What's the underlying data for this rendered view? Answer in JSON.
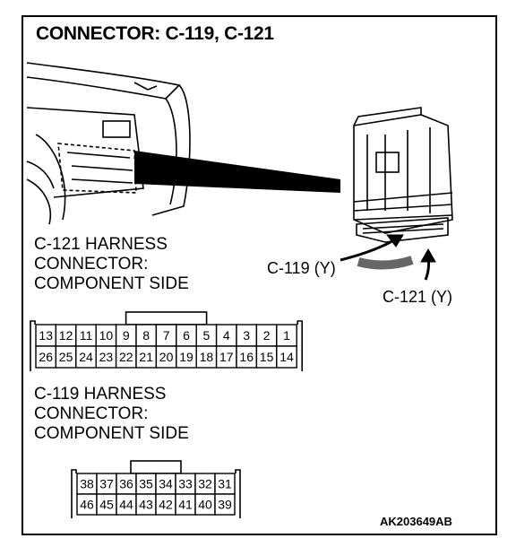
{
  "title": "CONNECTOR: C-119, C-121",
  "c121_connector": {
    "heading_lines": [
      "C-121 HARNESS",
      "CONNECTOR:",
      "COMPONENT SIDE"
    ],
    "top_row": [
      "13",
      "12",
      "11",
      "10",
      "9",
      "8",
      "7",
      "6",
      "5",
      "4",
      "3",
      "2",
      "1"
    ],
    "bottom_row": [
      "26",
      "25",
      "24",
      "23",
      "22",
      "21",
      "20",
      "19",
      "18",
      "17",
      "16",
      "15",
      "14"
    ]
  },
  "c119_connector": {
    "heading_lines": [
      "C-119 HARNESS",
      "CONNECTOR:",
      "COMPONENT SIDE"
    ],
    "top_row": [
      "38",
      "37",
      "36",
      "35",
      "34",
      "33",
      "32",
      "31"
    ],
    "bottom_row": [
      "46",
      "45",
      "44",
      "43",
      "42",
      "41",
      "40",
      "39"
    ]
  },
  "callouts": {
    "c119": "C-119 (Y)",
    "c121": "C-121 (Y)"
  },
  "figure_id": "AK203649AB"
}
